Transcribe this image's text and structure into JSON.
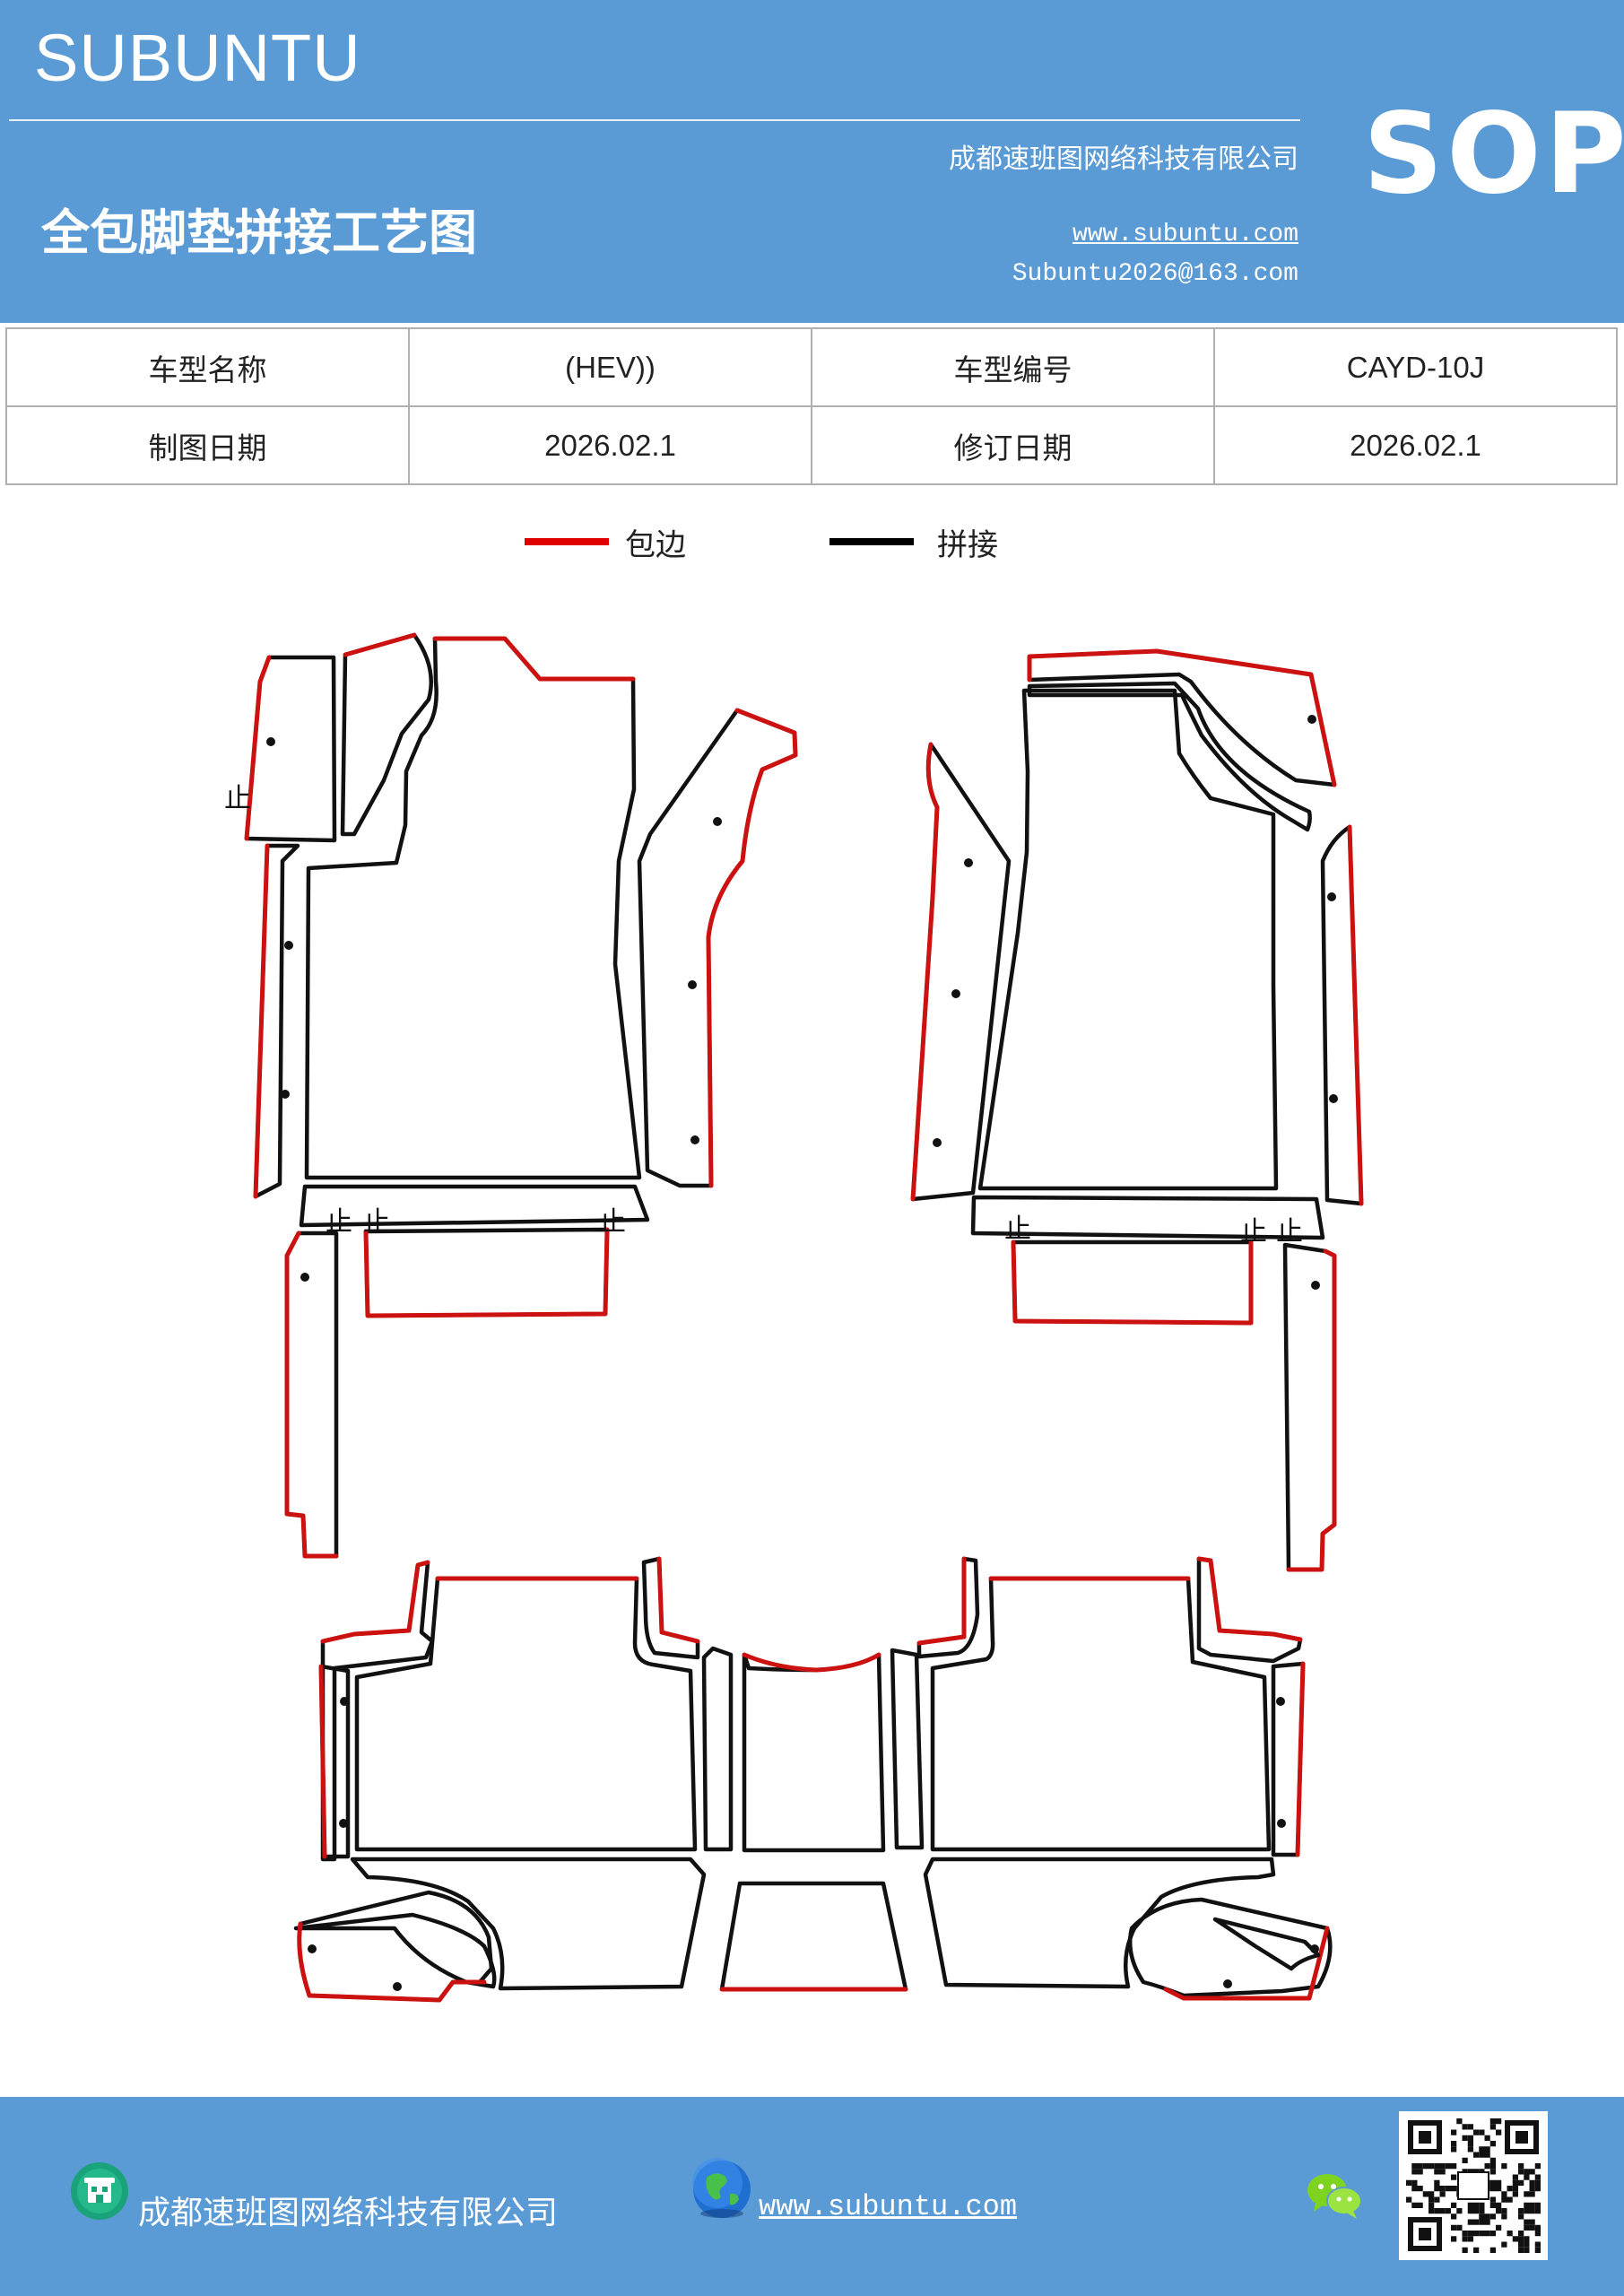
{
  "header": {
    "brand": "SUBUNTU",
    "badge": "SOP",
    "title": "全包脚垫拼接工艺图",
    "company": "成都速班图网络科技有限公司",
    "website": "www.subuntu.com",
    "email": "Subuntu2026@163.com"
  },
  "info_table": {
    "rows": [
      {
        "label1": "车型名称",
        "value1": "(HEV))",
        "label2": "车型编号",
        "value2": "CAYD-10J"
      },
      {
        "label1": "制图日期",
        "value1": "2026.02.1",
        "label2": "修订日期",
        "value2": "2026.02.1"
      }
    ]
  },
  "legend": {
    "items": [
      {
        "label": "包边",
        "color": "#e00000"
      },
      {
        "label": "拼接",
        "color": "#000000"
      }
    ]
  },
  "diagram": {
    "stop_mark": "止",
    "edge_color": "#cc1111",
    "seam_color": "#111111"
  },
  "footer": {
    "company": "成都速班图网络科技有限公司",
    "website": "www.subuntu.com",
    "icons": [
      "building-icon",
      "globe-icon",
      "wechat-icon",
      "qr-code"
    ]
  },
  "colors": {
    "brand_blue": "#5b9bd5"
  }
}
